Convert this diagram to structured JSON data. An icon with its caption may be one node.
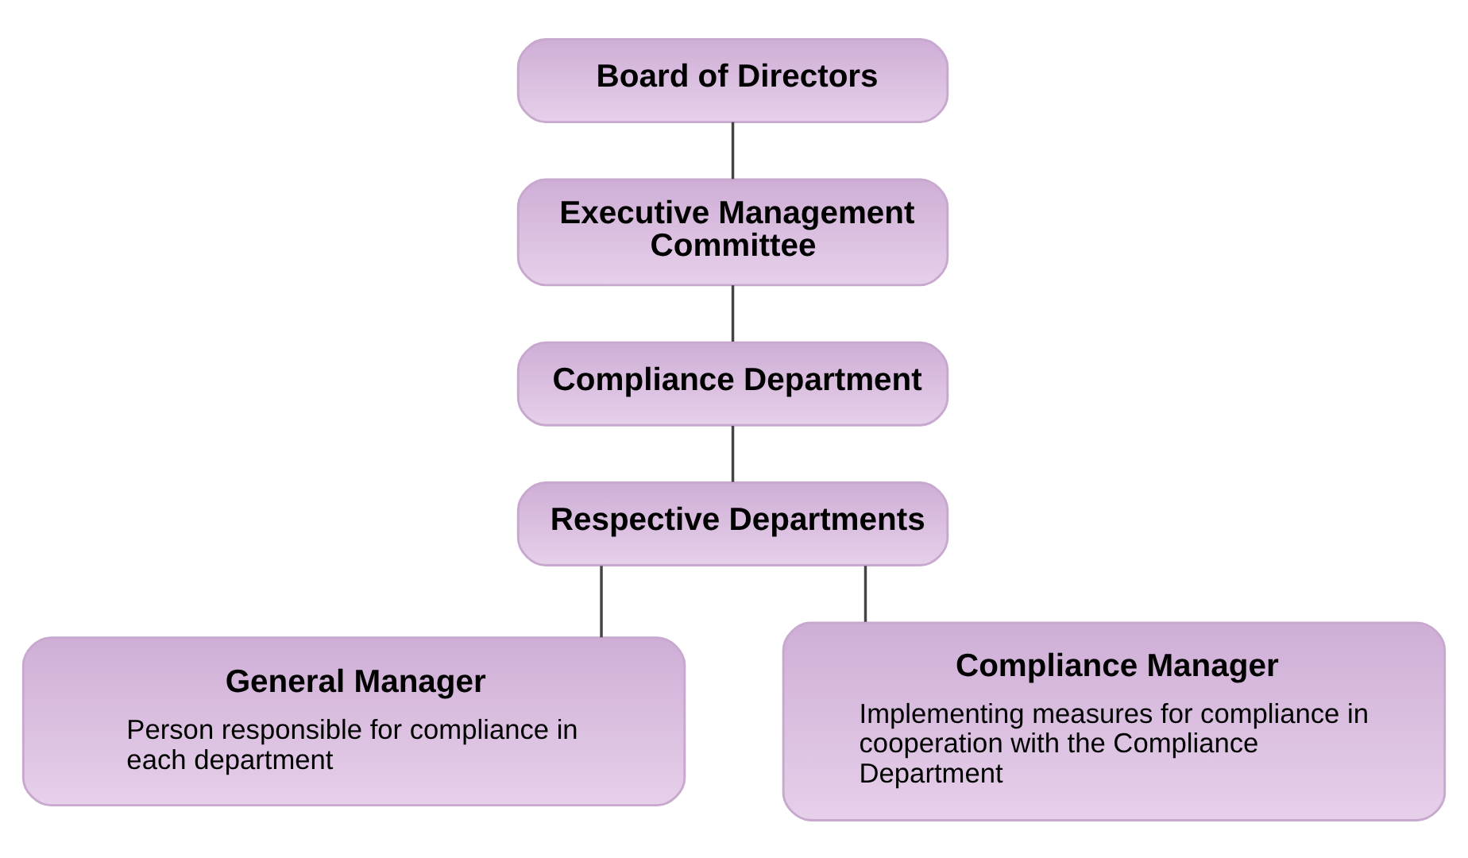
{
  "diagram": {
    "nodes": [
      {
        "text": [
          "Board of Directors"
        ]
      },
      {
        "text": [
          "Executive Management Committee"
        ]
      },
      {
        "text": [
          "Compliance Department"
        ]
      },
      {
        "text": [
          "Respective Departments"
        ]
      },
      {
        "text": [
          "General Manager",
          "Person responsible for compliance in each department"
        ]
      },
      {
        "text": [
          "Compliance Manager",
          "Implementing measures for compliance in cooperation with the Compliance Department"
        ]
      }
    ],
    "edges": [
      {
        "from": 0,
        "to": 1,
        "arrow": "none"
      },
      {
        "from": 1,
        "to": 2,
        "arrow": "none"
      },
      {
        "from": 2,
        "to": 3,
        "arrow": "none"
      },
      {
        "from": 3,
        "to": 4,
        "arrow": "none"
      },
      {
        "from": 3,
        "to": 5,
        "arrow": "none"
      }
    ]
  }
}
